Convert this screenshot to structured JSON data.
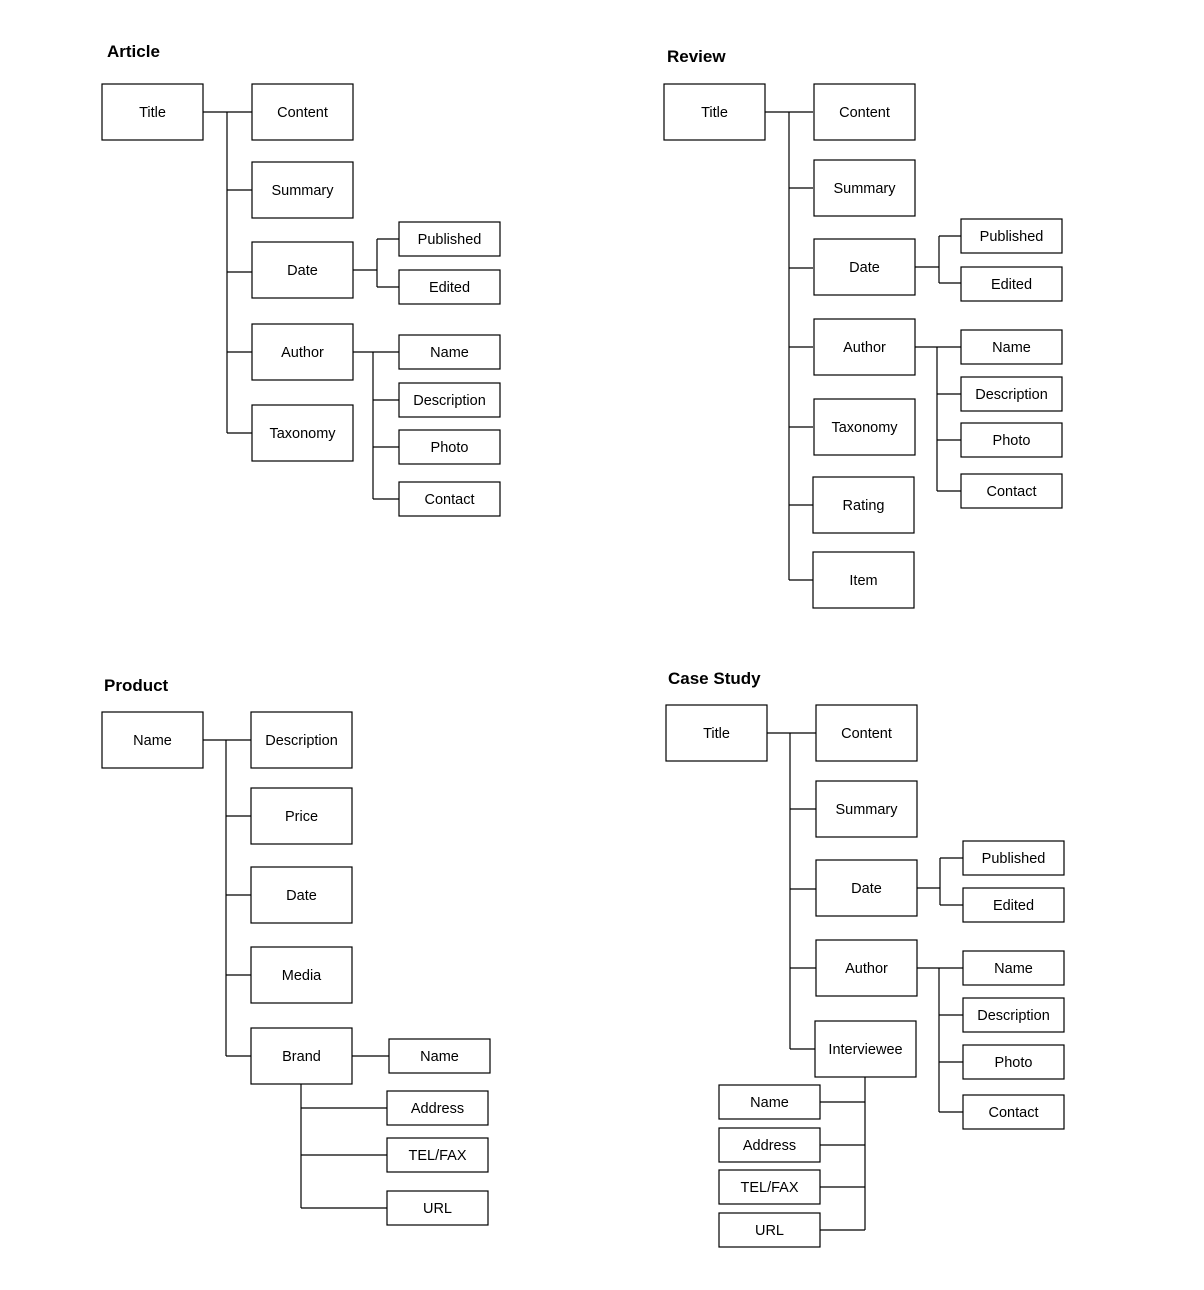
{
  "colors": {
    "box_border": "#000000",
    "box_fill": "#ffffff",
    "text": "#000000",
    "background": "#ffffff"
  },
  "diagrams": {
    "article": {
      "title": "Article",
      "root": "Title",
      "children": [
        "Content",
        "Summary",
        "Date",
        "Author",
        "Taxonomy"
      ],
      "date_children": [
        "Published",
        "Edited"
      ],
      "author_children": [
        "Name",
        "Description",
        "Photo",
        "Contact"
      ]
    },
    "review": {
      "title": "Review",
      "root": "Title",
      "children": [
        "Content",
        "Summary",
        "Date",
        "Author",
        "Taxonomy",
        "Rating",
        "Item"
      ],
      "date_children": [
        "Published",
        "Edited"
      ],
      "author_children": [
        "Name",
        "Description",
        "Photo",
        "Contact"
      ]
    },
    "product": {
      "title": "Product",
      "root": "Name",
      "children": [
        "Description",
        "Price",
        "Date",
        "Media",
        "Brand"
      ],
      "brand_children": [
        "Name",
        "Address",
        "TEL/FAX",
        "URL"
      ]
    },
    "case_study": {
      "title": "Case Study",
      "root": "Title",
      "children": [
        "Content",
        "Summary",
        "Date",
        "Author",
        "Interviewee"
      ],
      "date_children": [
        "Published",
        "Edited"
      ],
      "author_children": [
        "Name",
        "Description",
        "Photo",
        "Contact"
      ],
      "interviewee_children": [
        "Name",
        "Address",
        "TEL/FAX",
        "URL"
      ]
    }
  }
}
